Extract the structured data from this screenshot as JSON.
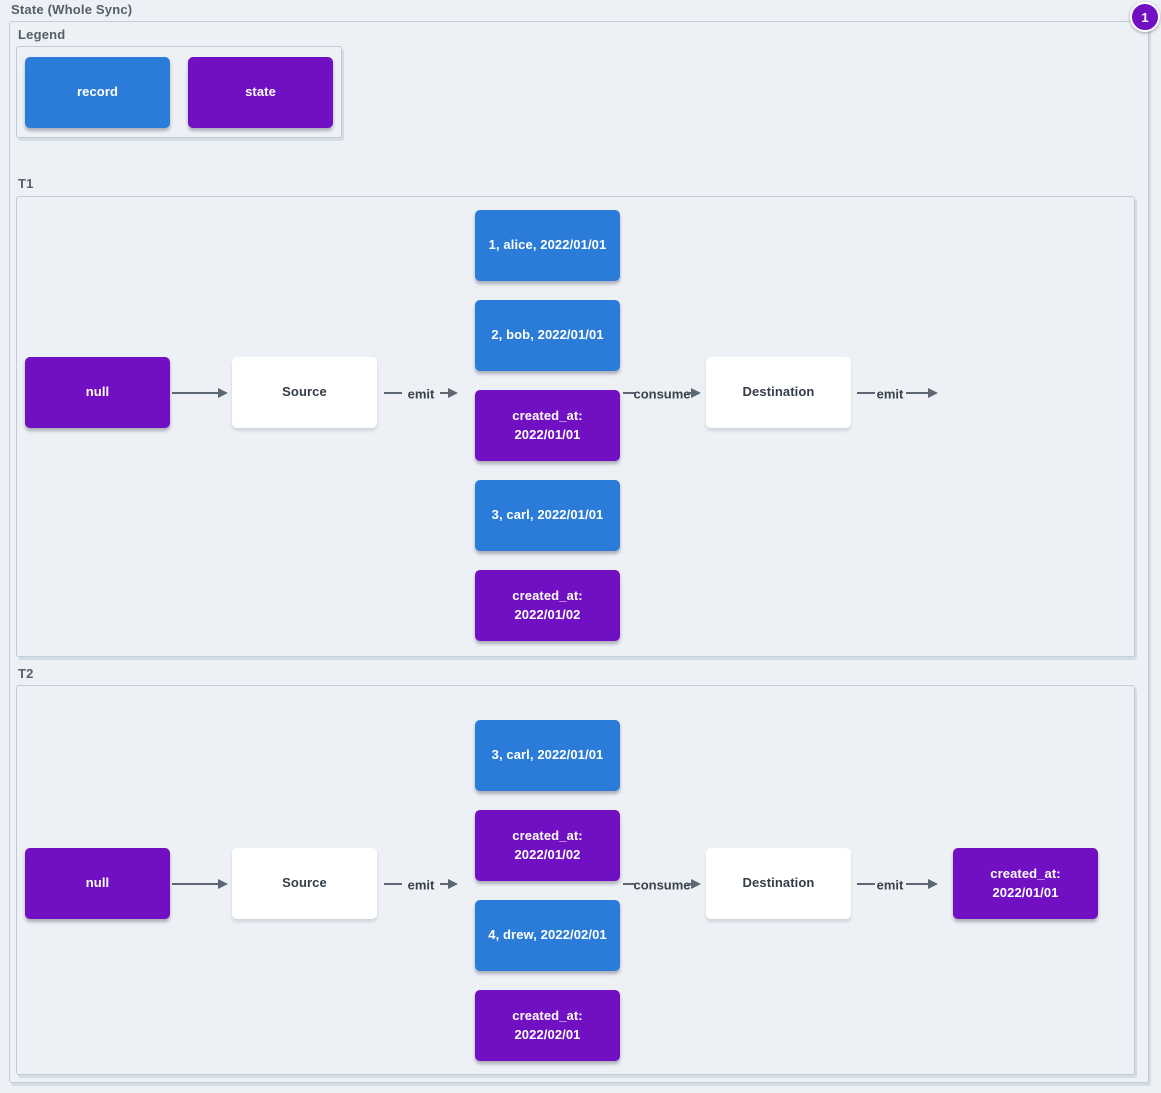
{
  "page": {
    "title": "State (Whole Sync)",
    "badge": "1"
  },
  "colors": {
    "record": "#2b7cd9",
    "state": "#7110c2",
    "background": "#edf1f5",
    "arrow": "#5c6773"
  },
  "legend": {
    "label": "Legend",
    "items": [
      {
        "type": "record",
        "label": "record"
      },
      {
        "type": "state",
        "label": "state"
      }
    ]
  },
  "t1": {
    "label": "T1",
    "input_state": "null",
    "source": "Source",
    "destination": "Destination",
    "emit_label": "emit",
    "consume_label": "consume",
    "emit_out_label": "emit",
    "messages": [
      {
        "type": "record",
        "text": "1, alice, 2022/01/01"
      },
      {
        "type": "record",
        "text": "2, bob, 2022/01/01"
      },
      {
        "type": "state",
        "text": "created_at:\n2022/01/01"
      },
      {
        "type": "record",
        "text": "3, carl, 2022/01/01"
      },
      {
        "type": "state",
        "text": "created_at:\n2022/01/02"
      }
    ]
  },
  "t2": {
    "label": "T2",
    "input_state": "null",
    "source": "Source",
    "destination": "Destination",
    "emit_label": "emit",
    "consume_label": "consume",
    "emit_out_label": "emit",
    "messages": [
      {
        "type": "record",
        "text": "3, carl, 2022/01/01"
      },
      {
        "type": "state",
        "text": "created_at:\n2022/01/02"
      },
      {
        "type": "record",
        "text": "4, drew, 2022/02/01"
      },
      {
        "type": "state",
        "text": "created_at:\n2022/02/01"
      }
    ],
    "output_state": "created_at:\n2022/01/01"
  }
}
